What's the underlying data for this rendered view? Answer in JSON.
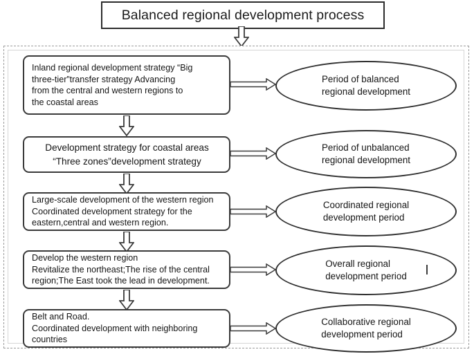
{
  "title": {
    "text": "Balanced regional development process"
  },
  "diagram": {
    "type": "flowchart",
    "orientation": "vertical",
    "colors": {
      "box_border": "#3a3a3a",
      "ellipse_border": "#2f2f2f",
      "frame_dashed": "#9a9a9a",
      "text": "#141414",
      "background": "#ffffff"
    },
    "stages": [
      {
        "id": "stage-1",
        "box_lines": [
          "Inland regional development strategy “Big",
          "three-tier”transfer strategy Advancing",
          "from the central and western regions to",
          "the coastal areas"
        ],
        "box_align": "left",
        "period_lines": [
          "Period of balanced",
          "regional development"
        ]
      },
      {
        "id": "stage-2",
        "box_lines": [
          "Development strategy for coastal areas",
          "“Three zones”development strategy"
        ],
        "box_align": "center",
        "period_lines": [
          "Period of unbalanced",
          "regional development"
        ]
      },
      {
        "id": "stage-3",
        "box_lines": [
          "Large-scale development of the western region",
          "Coordinated development strategy for the",
          "eastern,central and western region."
        ],
        "box_align": "left",
        "period_lines": [
          "Coordinated regional",
          "development period"
        ]
      },
      {
        "id": "stage-4",
        "box_lines": [
          "Develop the western region",
          "Revitalize the northeast;The rise of the central",
          "region;The East took the lead in development."
        ],
        "box_align": "left",
        "period_lines": [
          "Overall regional",
          "development period"
        ]
      },
      {
        "id": "stage-5",
        "box_lines": [
          "Belt and Road.",
          "Coordinated development with neighboring",
          "countries"
        ],
        "box_align": "left",
        "period_lines": [
          "Collaborative regional",
          "development period"
        ]
      }
    ]
  }
}
